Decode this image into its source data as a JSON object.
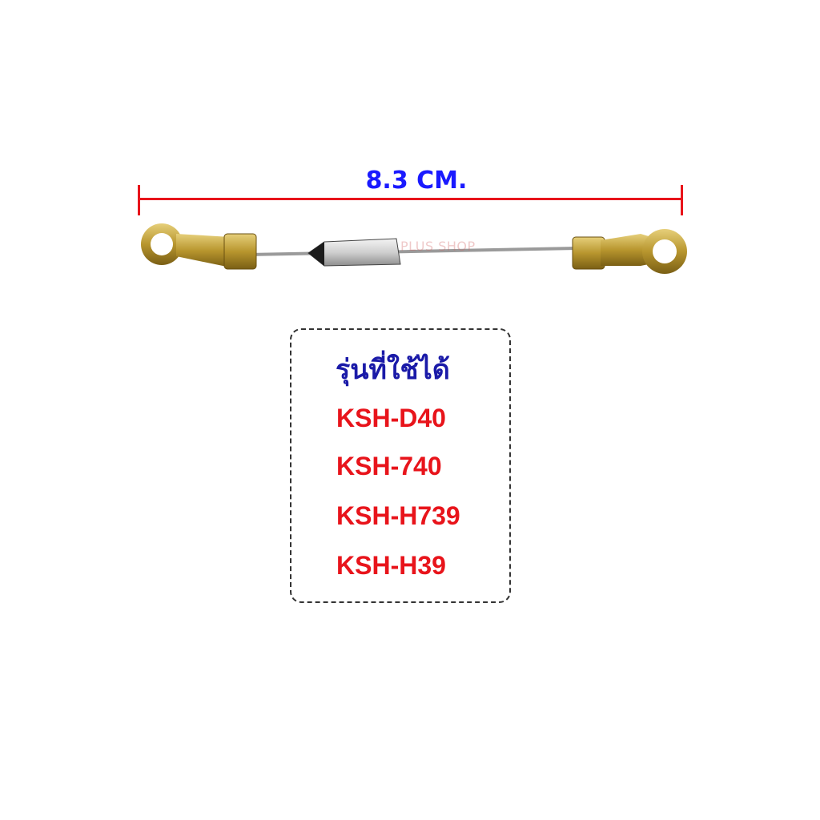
{
  "dimension": {
    "label": "8.3 CM."
  },
  "watermark": {
    "text": "PLUS SHOP"
  },
  "compatible_box": {
    "title": "รุ่นที่ใช้ได้",
    "models": [
      "KSH-D40",
      "KSH-740",
      "KSH-H739",
      "KSH-H39"
    ]
  },
  "colors": {
    "dimension_line": "#e8141b",
    "dimension_text": "#1a1aff",
    "title_text": "#1a1aa8",
    "model_text": "#e8141b"
  }
}
